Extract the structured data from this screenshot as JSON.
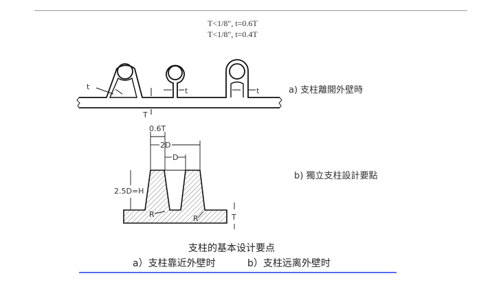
{
  "conditions": [
    "T<1/8\", t=0.6T",
    "T<1/8\", t=0.4T"
  ],
  "figure_a": {
    "label": "a) 支柱離開外壁時",
    "dims": {
      "t": "t",
      "T": "T"
    }
  },
  "figure_b": {
    "label": "b) 獨立支柱設計要點",
    "dims": {
      "w": "0.6T",
      "pitch": "2D",
      "d": "D",
      "h": "2.5D=H",
      "r": "R",
      "t": "T"
    }
  },
  "caption": {
    "title": "支柱的基本设计要点",
    "a": "a）支柱靠近外壁时",
    "b": "b）支柱远离外壁时"
  }
}
